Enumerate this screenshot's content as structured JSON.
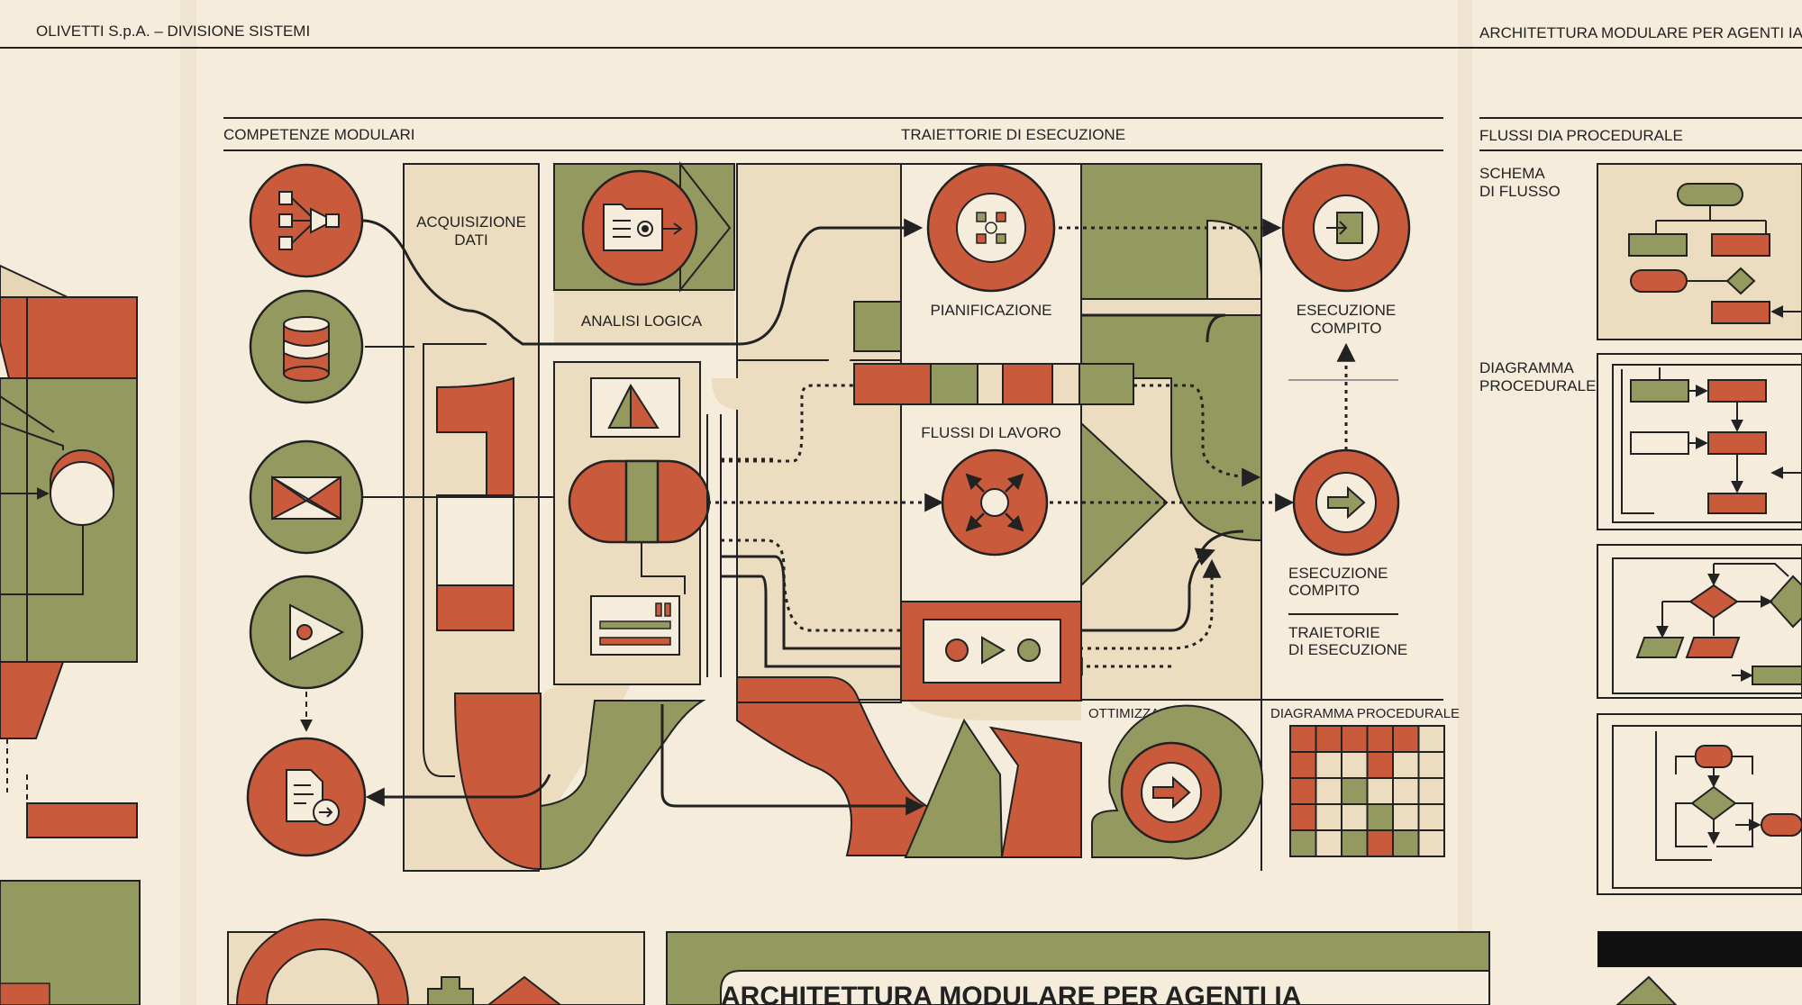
{
  "header": {
    "left": "OLIVETTI S.p.A. – DIVISIONE SISTEMI",
    "right": "ARCHITETTURA MODULARE PER AGENTI IA"
  },
  "sections": {
    "competenze": "COMPETENZE MODULARI",
    "traiettorie": "TRAIETTORIE DI ESECUZIONE",
    "flussi_dia": "FLUSSI DIA PROCEDURALE"
  },
  "labels": {
    "acquisizione_1": "ACQUISIZIONE",
    "acquisizione_2": "DATI",
    "analisi": "ANALISI LOGICA",
    "pianificazione": "PIANIFICAZIONE",
    "esecuzione_top_1": "ESECUZIONE",
    "esecuzione_top_2": "COMPITO",
    "flussi_lavoro": "FLUSSI DI LAVORO",
    "esecuzione_mid_1": "ESECUZIONE",
    "esecuzione_mid_2": "COMPITO",
    "traietorie_1": "TRAIETORIE",
    "traietorie_2": "DI ESECUZIONE",
    "ottimizzazione": "OTTIMIZZAZIONE",
    "diagramma_proc": "DIAGRAMMA PROCEDURALE",
    "schema_1": "SCHEMA",
    "schema_2": "DI FLUSSO",
    "diag_1": "DIAGRAMMA",
    "diag_2": "PROCEDURALE"
  },
  "bottom_title": "ARCHITETTURA MODULARE PER AGENTI IA",
  "colors": {
    "paper": "#f5ecdc",
    "beige": "#ecdcc0",
    "red": "#c95a3c",
    "olive": "#949a5f",
    "ink": "#222222"
  },
  "icons": {
    "module_1": "network-icon",
    "module_2": "database-icon",
    "module_3": "envelope-icon",
    "module_4": "play-icon",
    "module_5": "document-icon"
  }
}
